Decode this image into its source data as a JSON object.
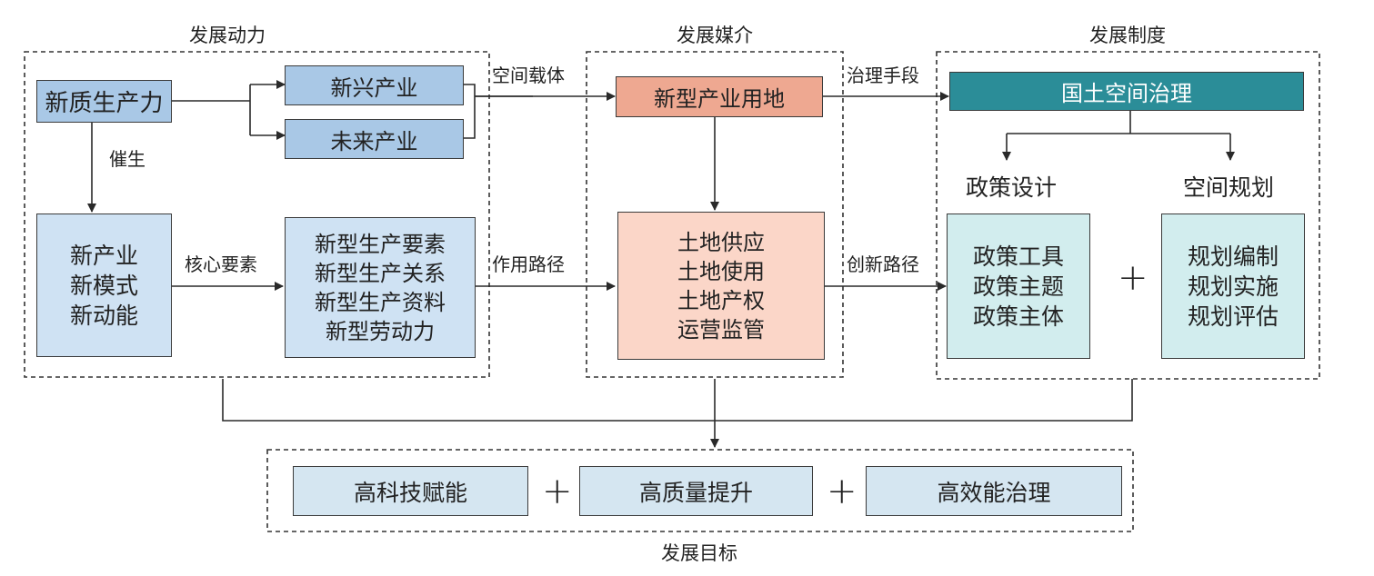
{
  "sections": {
    "dynamics": "发展动力",
    "medium": "发展媒介",
    "system": "发展制度",
    "goals": "发展目标"
  },
  "dynamics": {
    "productivity": "新质生产力",
    "emerging": "新兴产业",
    "future": "未来产业",
    "catalyze": "催生",
    "new_items": [
      "新产业",
      "新模式",
      "新动能"
    ],
    "core_elements": "核心要素",
    "factors": [
      "新型生产要素",
      "新型生产关系",
      "新型生产资料",
      "新型劳动力"
    ]
  },
  "links": {
    "space_carrier": "空间载体",
    "action_path": "作用路径",
    "governance_means": "治理手段",
    "innovation_path": "创新路径"
  },
  "medium": {
    "land": "新型产业用地",
    "items": [
      "土地供应",
      "土地使用",
      "土地产权",
      "运营监管"
    ]
  },
  "system": {
    "title": "国土空间治理",
    "policy_design": "政策设计",
    "spatial_planning": "空间规划",
    "policy_items": [
      "政策工具",
      "政策主题",
      "政策主体"
    ],
    "planning_items": [
      "规划编制",
      "规划实施",
      "规划评估"
    ],
    "plus": "+"
  },
  "goals": {
    "items": [
      "高科技赋能",
      "高质量提升",
      "高效能治理"
    ],
    "plus": "+"
  },
  "colors": {
    "productivity": "#a9c8e6",
    "industry": "#a9c8e6",
    "light_blue": "#cfe2f3",
    "land": "#eea891",
    "land_items": "#fbd6c8",
    "governance": "#2b8d98",
    "system_items": "#d2edee",
    "goals": "#d5e6f1"
  }
}
